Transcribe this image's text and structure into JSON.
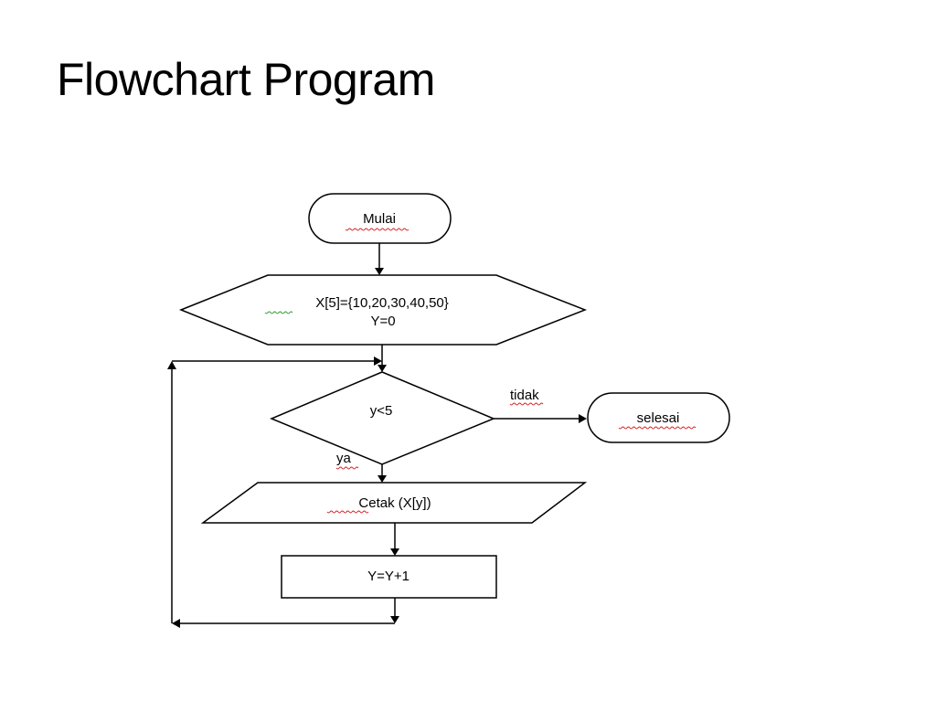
{
  "slide": {
    "title": "Flowchart Program"
  },
  "flowchart": {
    "start": "Mulai",
    "init_line1": "X[5]={10,20,30,40,50}",
    "init_line2": "Y=0",
    "condition": "y<5",
    "no_label": "tidak",
    "end": "selesai",
    "yes_label": "ya",
    "output": "Cetak (X[y])",
    "process": "Y=Y+1"
  },
  "colors": {
    "text": "#000000",
    "spellcheck_underline": "#d42020",
    "grammar_underline": "#2e9a2e"
  }
}
